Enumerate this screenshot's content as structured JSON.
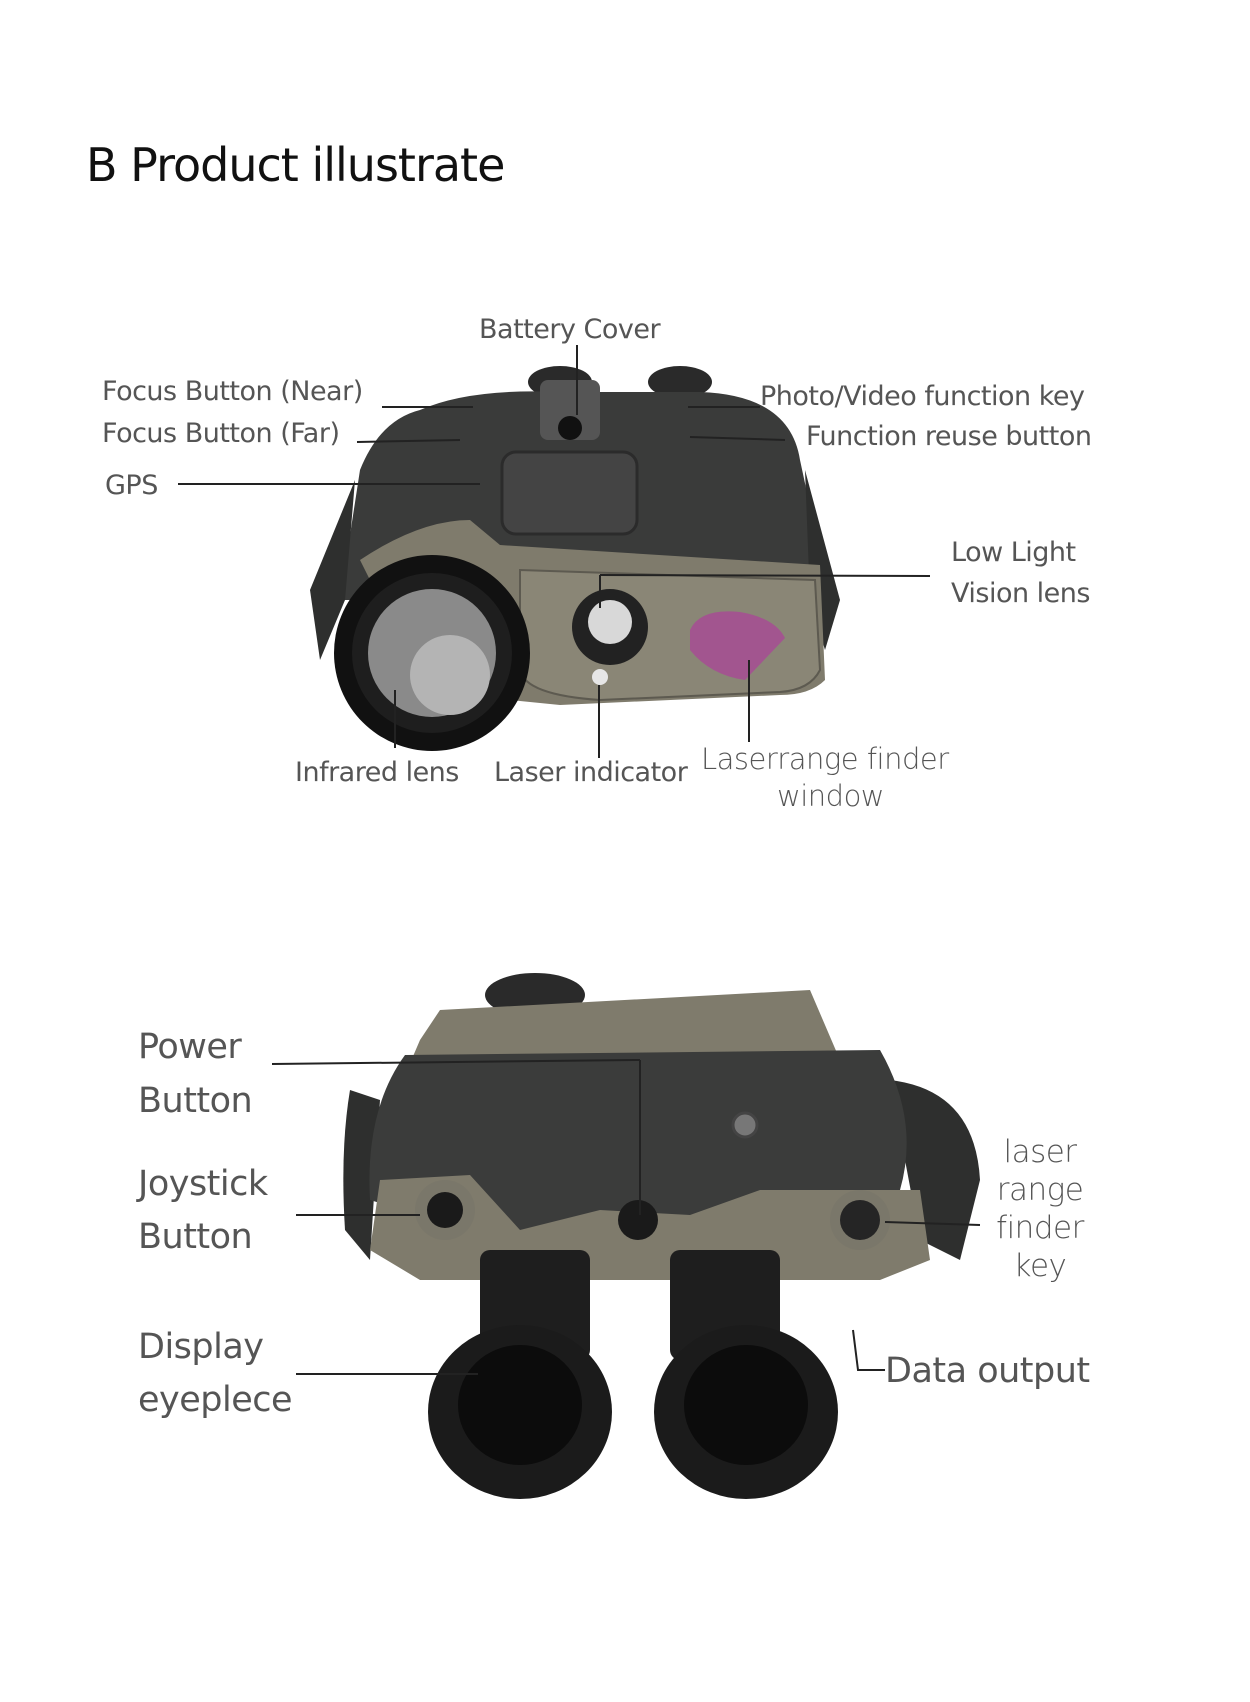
{
  "title": "B Product illustrate",
  "top_view": {
    "labels": {
      "battery_cover": "Battery Cover",
      "focus_near": "Focus Button (Near)",
      "focus_far": "Focus Button (Far)",
      "gps": "GPS",
      "photo_video": "Photo/Video function key",
      "function_reuse": "Function reuse button",
      "low_light_1": "Low Light",
      "low_light_2": "Vision lens",
      "infrared_lens": "Infrared lens",
      "laser_indicator": "Laser indicator",
      "rangefinder_1": "Laserrange finder",
      "rangefinder_2": "window"
    }
  },
  "rear_view": {
    "labels": {
      "power_1": "Power",
      "power_2": "Button",
      "joystick_1": "Joystick",
      "joystick_2": "Button",
      "display_1": "Display",
      "display_2": "eyeplece",
      "lrf_key_1": "laser",
      "lrf_key_2": "range",
      "lrf_key_3": "finder",
      "lrf_key_4": "key",
      "data_output": "Data output"
    }
  },
  "colors": {
    "body": "#3a3b3a",
    "olive": "#7f7b6c",
    "lens_window": "#a2558f"
  }
}
